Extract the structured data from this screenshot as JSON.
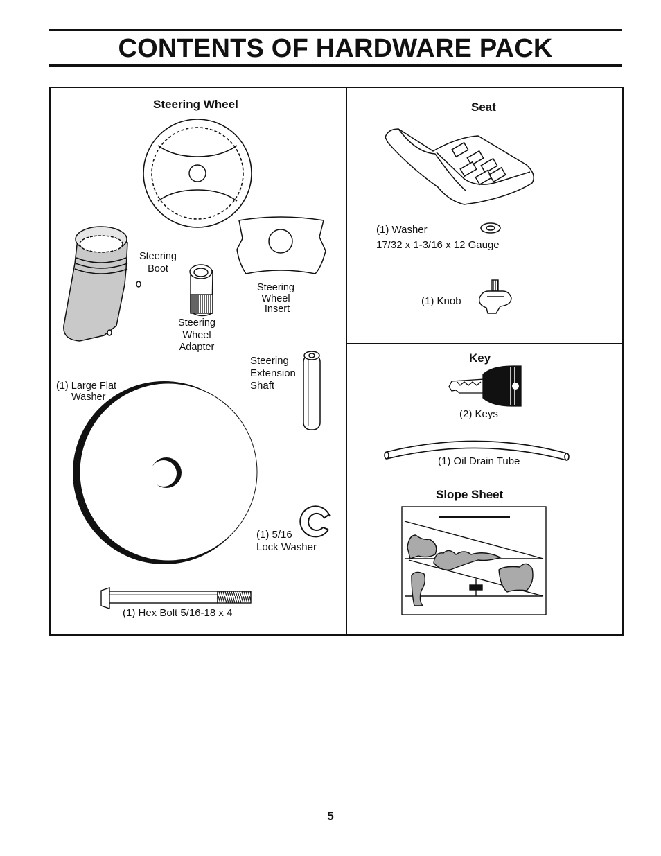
{
  "page": {
    "title": "CONTENTS OF HARDWARE PACK",
    "page_number": "5"
  },
  "left_panel": {
    "steering_wheel": "Steering Wheel",
    "steering_boot": [
      "Steering",
      "Boot"
    ],
    "steering_wheel_adapter": [
      "Steering",
      "Wheel",
      "Adapter"
    ],
    "steering_wheel_insert": [
      "Steering",
      "Wheel",
      "Insert"
    ],
    "steering_extension_shaft": [
      "Steering",
      "Extension",
      "Shaft"
    ],
    "large_flat_washer": [
      "(1) Large Flat",
      "Washer"
    ],
    "lock_washer": [
      "(1) 5/16",
      "Lock Washer"
    ],
    "hex_bolt": "(1) Hex Bolt 5/16-18 x 4"
  },
  "right_top_panel": {
    "seat": "Seat",
    "washer": "(1) Washer",
    "washer_size": "17/32 x 1-3/16 x 12 Gauge",
    "knob": "(1) Knob"
  },
  "right_bottom_panel": {
    "key": "Key",
    "keys": "(2) Keys",
    "oil_drain_tube": "(1) Oil Drain Tube",
    "slope_sheet": "Slope Sheet"
  }
}
